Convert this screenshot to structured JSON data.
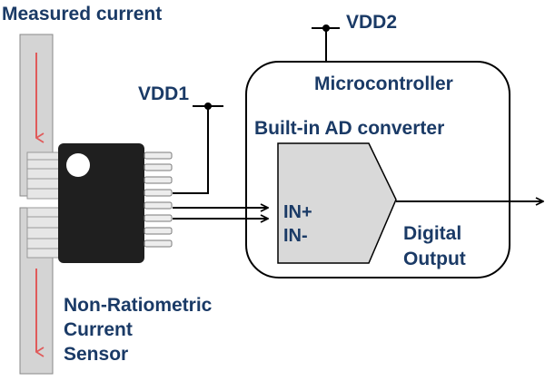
{
  "labels": {
    "measured_current": "Measured current",
    "vdd1": "VDD1",
    "vdd2": "VDD2",
    "microcontroller": "Microcontroller",
    "adc": "Built-in AD converter",
    "in_plus": "IN+",
    "in_minus": "IN-",
    "digital_output": [
      "Digital",
      "Output"
    ],
    "sensor": [
      "Non-Ratiometric",
      "Current",
      "Sensor"
    ]
  },
  "colors": {
    "text": "#1a3a66",
    "conductor_fill": "#d4d4d4",
    "current_arrow": "#e05a5a",
    "chip_body": "#1f1f1f",
    "adc_fill": "#d9d9d9",
    "wire": "#000000"
  }
}
